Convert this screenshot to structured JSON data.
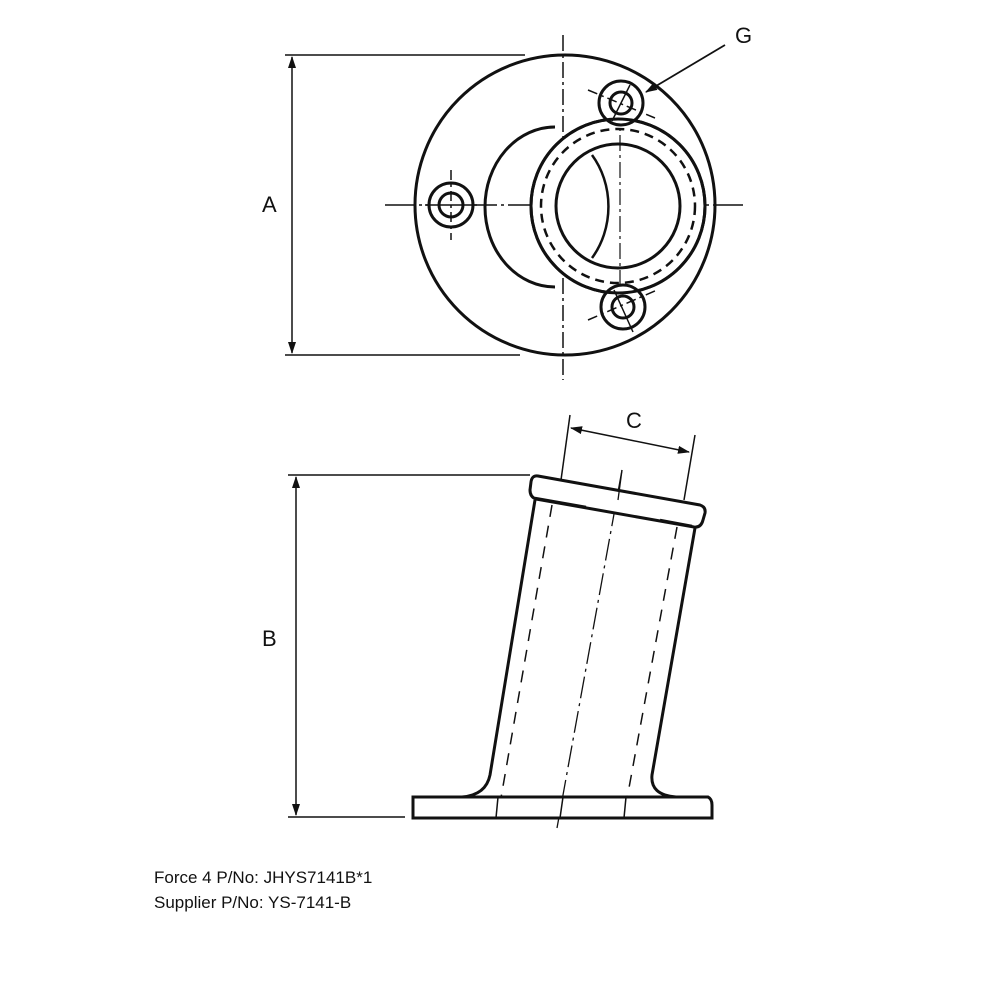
{
  "drawing": {
    "labels": {
      "a": "A",
      "b": "B",
      "c": "C",
      "g": "G"
    },
    "line_color": "#111111"
  },
  "caption": {
    "force4_pn": "Force 4 P/No: JHYS7141B*1",
    "supplier_pn": "Supplier P/No: YS-7141-B"
  }
}
